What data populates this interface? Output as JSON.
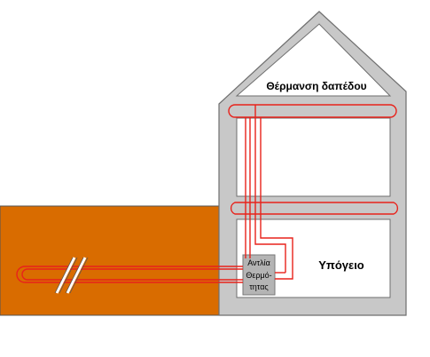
{
  "labels": {
    "roof": "Θέρμανση δαπέδου",
    "basement": "Υπόγειο",
    "pump_line1": "Αντλία",
    "pump_line2": "Θερμό-",
    "pump_line3": "τητας"
  },
  "colors": {
    "ground": "#d96c00",
    "wall": "#c8c8c8",
    "wall_stroke": "#6e6e6e",
    "pipe": "#e8221b",
    "pump": "#b4b4b4"
  }
}
